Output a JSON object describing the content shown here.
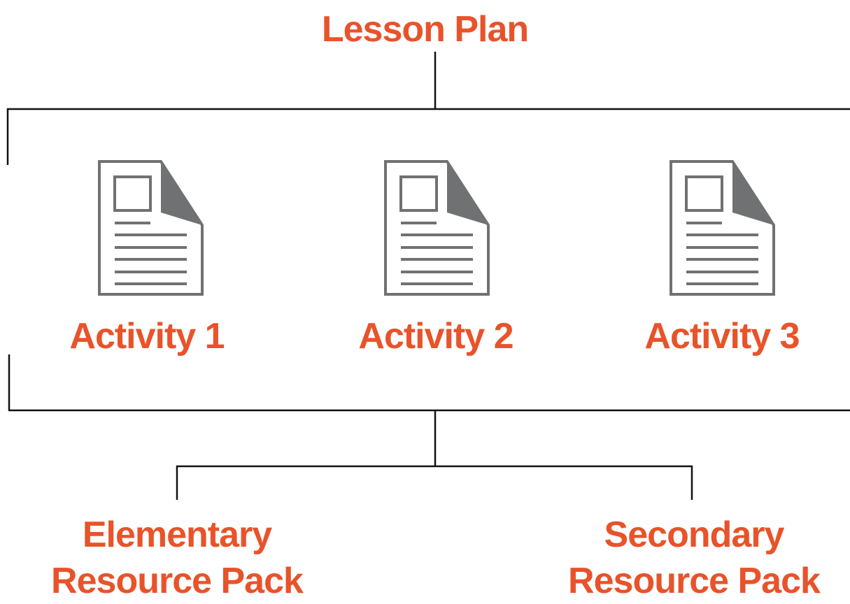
{
  "title": "Lesson Plan",
  "activities": [
    {
      "label": "Activity 1",
      "icon": "document-icon"
    },
    {
      "label": "Activity 2",
      "icon": "document-icon"
    },
    {
      "label": "Activity 3",
      "icon": "document-icon"
    }
  ],
  "resource_packs": [
    {
      "line1": "Elementary",
      "line2": "Resource Pack"
    },
    {
      "line1": "Secondary",
      "line2": "Resource Pack"
    }
  ],
  "colors": {
    "label": "#e8532a",
    "lines": "#111111",
    "icon": "#707173"
  }
}
